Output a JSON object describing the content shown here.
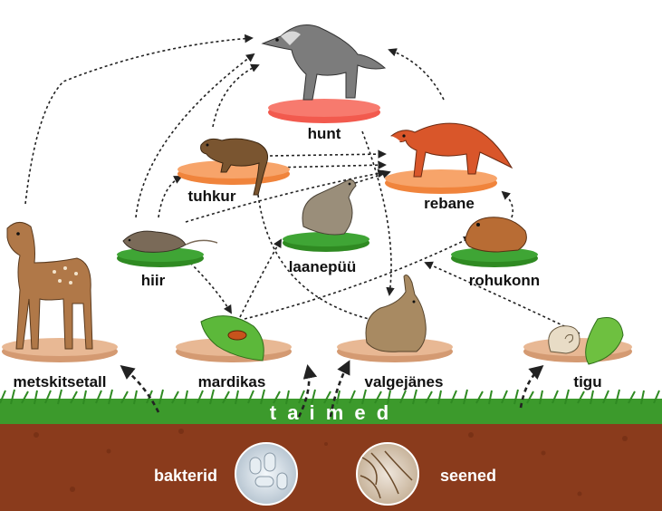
{
  "nodes": {
    "hunt": "hunt",
    "rebane": "rebane",
    "tuhkur": "tuhkur",
    "laanepyy": "laanepüü",
    "hiir": "hiir",
    "rohukonn": "rohukonn",
    "metskitsetall": "metskitsetall",
    "mardikas": "mardikas",
    "valgejanes": "valgejänes",
    "tigu": "tigu"
  },
  "plants_label": "t a i m e d",
  "decomposers": {
    "bakterid": "bakterid",
    "seened": "seened"
  },
  "colors": {
    "hunt_disc": "#f25a4e",
    "predator_disc": "#f7a46a",
    "bird_disc": "#3fa535",
    "herbivore_disc": "#e8b894",
    "soil": "#8a3b1c",
    "grass": "#3c9a2c"
  }
}
